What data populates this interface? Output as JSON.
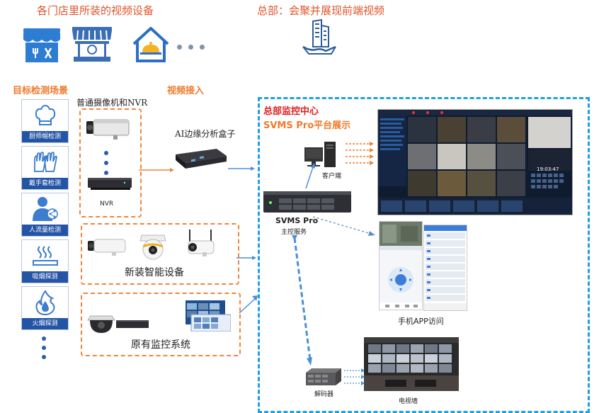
{
  "header": {
    "left_title": "各门店里所装的视频设备",
    "right_title": "总部：会聚并展现前端视频"
  },
  "sections": {
    "scenes_title": "目标检测场景",
    "access_title": "视频接入"
  },
  "scenes": [
    {
      "label": "厨师帽检测",
      "icon": "chef-hat-icon"
    },
    {
      "label": "戴手套检测",
      "icon": "gloves-icon"
    },
    {
      "label": "人流量检测",
      "icon": "person-share-icon"
    },
    {
      "label": "吸烟探测",
      "icon": "smoking-icon"
    },
    {
      "label": "火烟探测",
      "icon": "fire-icon"
    }
  ],
  "devices": {
    "cam_nvr_title": "普通摄像机和NVR",
    "nvr_label": "NVR",
    "ai_box_label": "AI边缘分析盒子",
    "new_devices_label": "新装智能设备",
    "legacy_system_label": "原有监控系统"
  },
  "hq": {
    "title": "总部监控中心",
    "subtitle": "SVMS Pro平台展示",
    "client_label": "客户端",
    "server_name": "SVMS Pro",
    "server_label": "主控服务",
    "app_label": "手机APP访问",
    "decoder_label": "解码器",
    "tv_wall_label": "电视墙",
    "monitor_time": "19:03:47"
  },
  "colors": {
    "header_red": "#e0542b",
    "section_orange": "#f07a2c",
    "hq_red": "#e02020",
    "dashed_orange": "#f0843c",
    "dashed_blue": "#1fa0e0",
    "scene_blue": "#2454a6"
  }
}
